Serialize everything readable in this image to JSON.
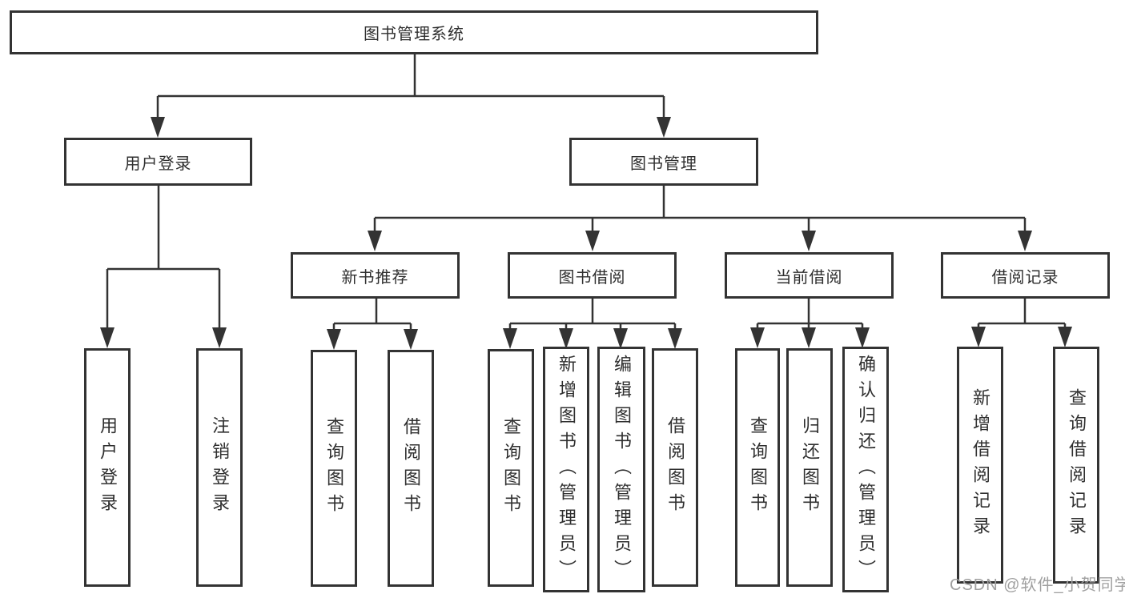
{
  "nodes": {
    "root": "图书管理系统",
    "l2": [
      "用户登录",
      "图书管理"
    ],
    "l3": [
      "新书推荐",
      "图书借阅",
      "当前借阅",
      "借阅记录"
    ],
    "leaves": [
      "用户登录",
      "注销登录",
      "查询图书",
      "借阅图书",
      "查询图书",
      "新增图书（管理员）",
      "编辑图书（管理员）",
      "借阅图书",
      "查询图书",
      "归还图书",
      "确认归还（管理员）",
      "新增借阅记录",
      "查询借阅记录"
    ]
  },
  "hierarchy": {
    "图书管理系统": {
      "用户登录": [
        "用户登录",
        "注销登录"
      ],
      "图书管理": {
        "新书推荐": [
          "查询图书",
          "借阅图书"
        ],
        "图书借阅": [
          "查询图书",
          "新增图书（管理员）",
          "编辑图书（管理员）",
          "借阅图书"
        ],
        "当前借阅": [
          "查询图书",
          "归还图书",
          "确认归还（管理员）"
        ],
        "借阅记录": [
          "新增借阅记录",
          "查询借阅记录"
        ]
      }
    }
  },
  "watermark": {
    "text": "CSDN @软件_小贺同学",
    "color": "#a0a0a0"
  },
  "colors": {
    "line": "#333333",
    "box_border": "#333333",
    "text": "#2f2f2f",
    "background": "#ffffff",
    "watermark": "#a0a0a0"
  }
}
